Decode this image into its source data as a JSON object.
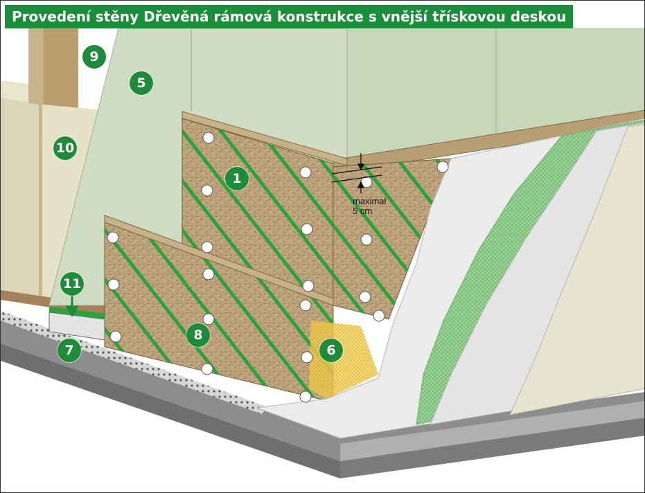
{
  "title": "Provedení stěny Dřevěná rámová konstrukce s vnější třískovou deskou",
  "callouts": [
    {
      "id": "c9",
      "label": "9"
    },
    {
      "id": "c5",
      "label": "5"
    },
    {
      "id": "c10",
      "label": "10"
    },
    {
      "id": "c1",
      "label": "1"
    },
    {
      "id": "c11",
      "label": "11"
    },
    {
      "id": "c8",
      "label": "8"
    },
    {
      "id": "c6",
      "label": "6"
    },
    {
      "id": "c7",
      "label": "7"
    }
  ],
  "spacing_note": {
    "line1": "maximal",
    "line2": "5 cm"
  },
  "colors": {
    "banner": "#1a8f3a",
    "callout": "#1f8a3a",
    "stripe": "#2aa33a",
    "board_fill": "#b8a07a",
    "sheathing": "#cdd9bf",
    "plaster_white": "#e9e9e9",
    "mesh_green": "#8cc98a",
    "finish": "#e8e6d2",
    "base_grey": "#9a9a9a"
  }
}
